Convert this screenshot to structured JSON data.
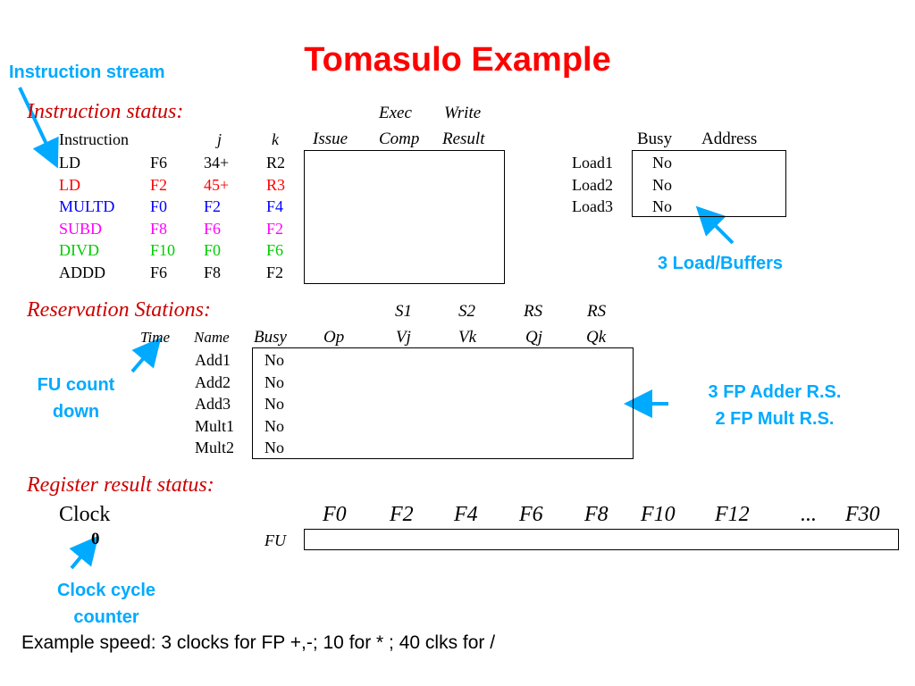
{
  "title": "Tomasulo Example",
  "annotations": {
    "instruction_stream": "Instruction stream",
    "load_buffers": "3 Load/Buffers",
    "fu_count": [
      "FU count",
      "down"
    ],
    "rs_note": [
      "3 FP Adder R.S.",
      "2 FP Mult R.S."
    ],
    "clock_counter": [
      "Clock cycle",
      "counter"
    ]
  },
  "instruction_status": {
    "label": "Instruction status:",
    "headers": {
      "instruction": "Instruction",
      "j": "j",
      "k": "k",
      "issue": "Issue",
      "exec_top": "Exec",
      "exec_bottom": "Comp",
      "write_top": "Write",
      "write_bottom": "Result"
    },
    "rows": [
      {
        "op": "LD",
        "j": "F6",
        "k": "34+",
        "k2": "R2",
        "color": "#000000"
      },
      {
        "op": "LD",
        "j": "F2",
        "k": "45+",
        "k2": "R3",
        "color": "#ff0000"
      },
      {
        "op": "MULTD",
        "j": "F0",
        "k": "F2",
        "k2": "F4",
        "color": "#0000ff"
      },
      {
        "op": "SUBD",
        "j": "F8",
        "k": "F6",
        "k2": "F2",
        "color": "#ff00ff"
      },
      {
        "op": "DIVD",
        "j": "F10",
        "k": "F0",
        "k2": "F6",
        "color": "#00cc00"
      },
      {
        "op": "ADDD",
        "j": "F6",
        "k": "F8",
        "k2": "F2",
        "color": "#000000"
      }
    ]
  },
  "load_buffers": {
    "headers": {
      "busy": "Busy",
      "address": "Address"
    },
    "rows": [
      {
        "name": "Load1",
        "busy": "No"
      },
      {
        "name": "Load2",
        "busy": "No"
      },
      {
        "name": "Load3",
        "busy": "No"
      }
    ]
  },
  "reservation_stations": {
    "label": "Reservation Stations:",
    "headers_top": {
      "s1": "S1",
      "s2": "S2",
      "rs1": "RS",
      "rs2": "RS"
    },
    "headers": {
      "time": "Time",
      "name": "Name",
      "busy": "Busy",
      "op": "Op",
      "vj": "Vj",
      "vk": "Vk",
      "qj": "Qj",
      "qk": "Qk"
    },
    "rows": [
      {
        "name": "Add1",
        "busy": "No"
      },
      {
        "name": "Add2",
        "busy": "No"
      },
      {
        "name": "Add3",
        "busy": "No"
      },
      {
        "name": "Mult1",
        "busy": "No"
      },
      {
        "name": "Mult2",
        "busy": "No"
      }
    ]
  },
  "register_status": {
    "label": "Register result status:",
    "clock_label": "Clock",
    "clock_value": "0",
    "fu_label": "FU",
    "registers": [
      "F0",
      "F2",
      "F4",
      "F6",
      "F8",
      "F10",
      "F12",
      "...",
      "F30"
    ]
  },
  "footer": "Example speed: 3 clocks for FP +,-; 10 for * ; 40 clks for /",
  "colors": {
    "title": "#ff0000",
    "section": "#cc0000",
    "annotation": "#00aaff"
  }
}
